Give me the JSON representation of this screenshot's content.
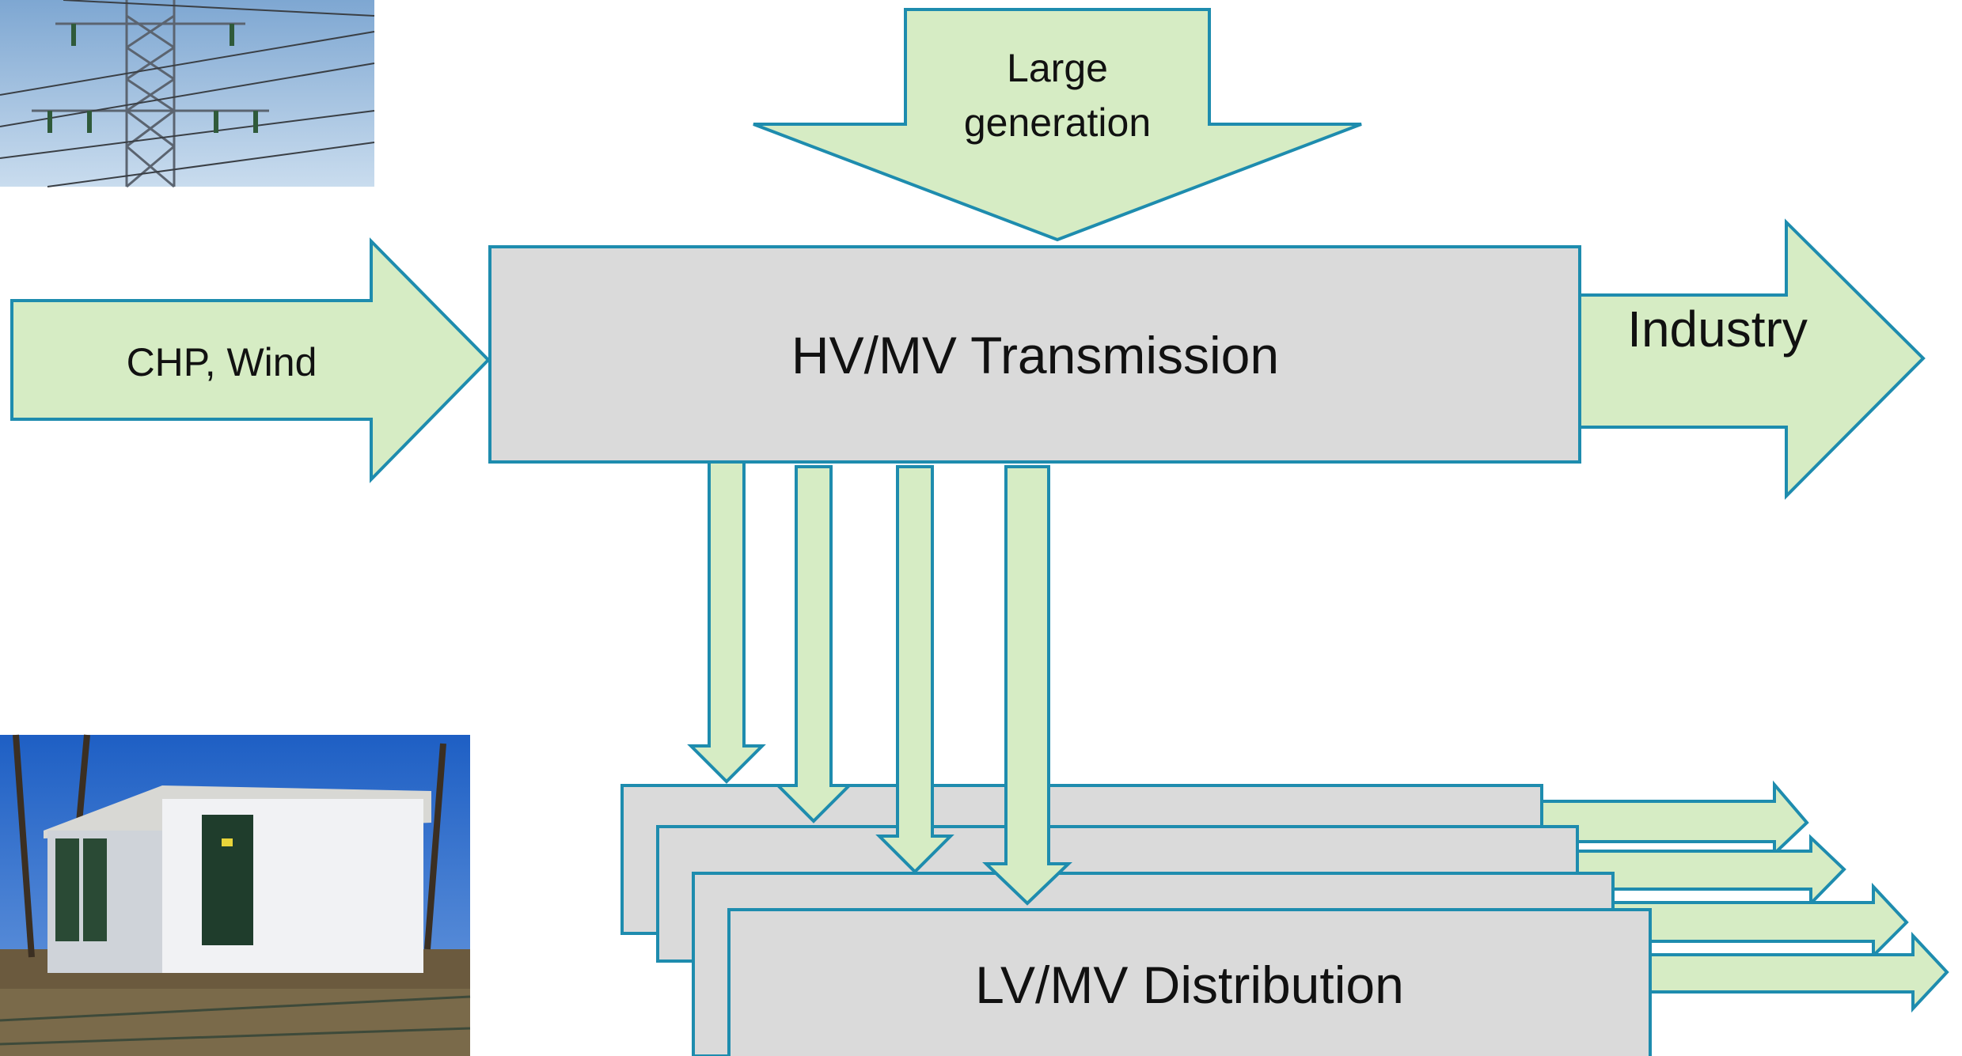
{
  "labels": {
    "large_generation_line1": "Large",
    "large_generation_line2": "generation",
    "chp_wind": "CHP, Wind",
    "hv_mv_transmission": "HV/MV Transmission",
    "industry": "Industry",
    "lv_mv_distribution": "LV/MV Distribution"
  },
  "photos": {
    "pylon": "power-pylon-photo",
    "substation": "substation-photo"
  },
  "colors": {
    "arrow_fill": "#d6ecc4",
    "outline": "#1e8cae",
    "box_fill": "#dadada"
  }
}
